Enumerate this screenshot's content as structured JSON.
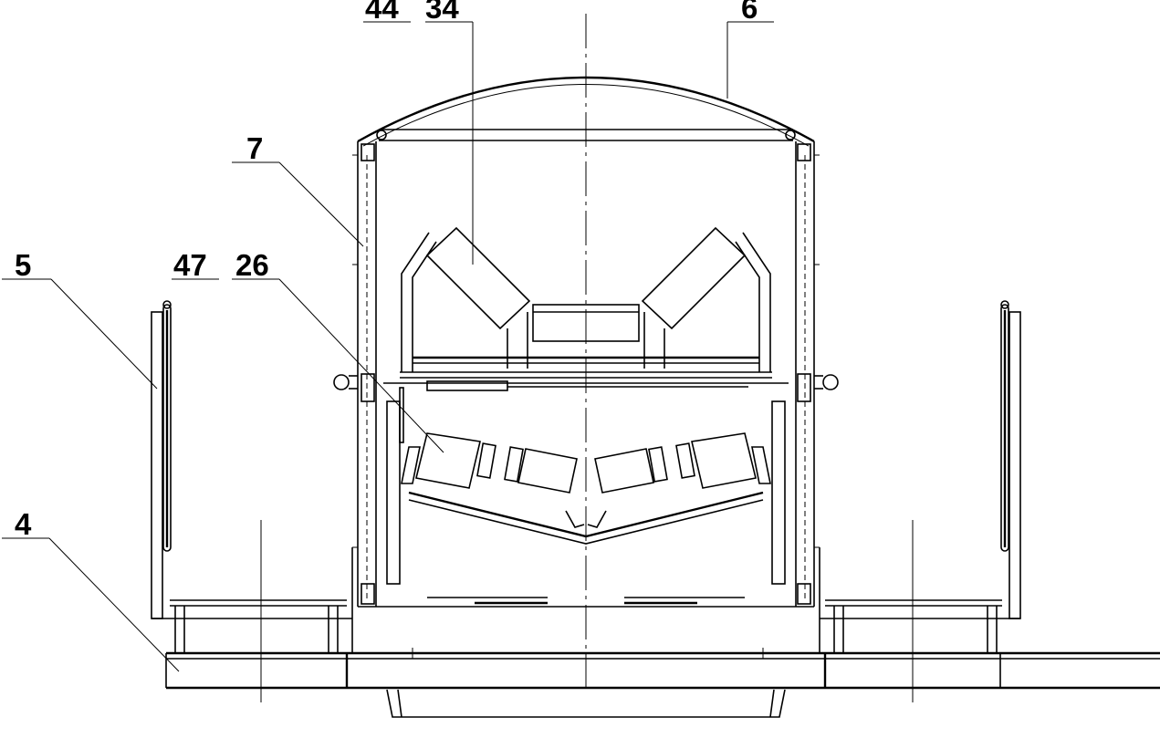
{
  "drawing": {
    "callouts": [
      {
        "id": "c44",
        "label": "44"
      },
      {
        "id": "c34",
        "label": "34"
      },
      {
        "id": "c6",
        "label": "6"
      },
      {
        "id": "c7",
        "label": "7"
      },
      {
        "id": "c5",
        "label": "5"
      },
      {
        "id": "c47",
        "label": "47"
      },
      {
        "id": "c26",
        "label": "26"
      },
      {
        "id": "c4",
        "label": "4"
      }
    ]
  }
}
